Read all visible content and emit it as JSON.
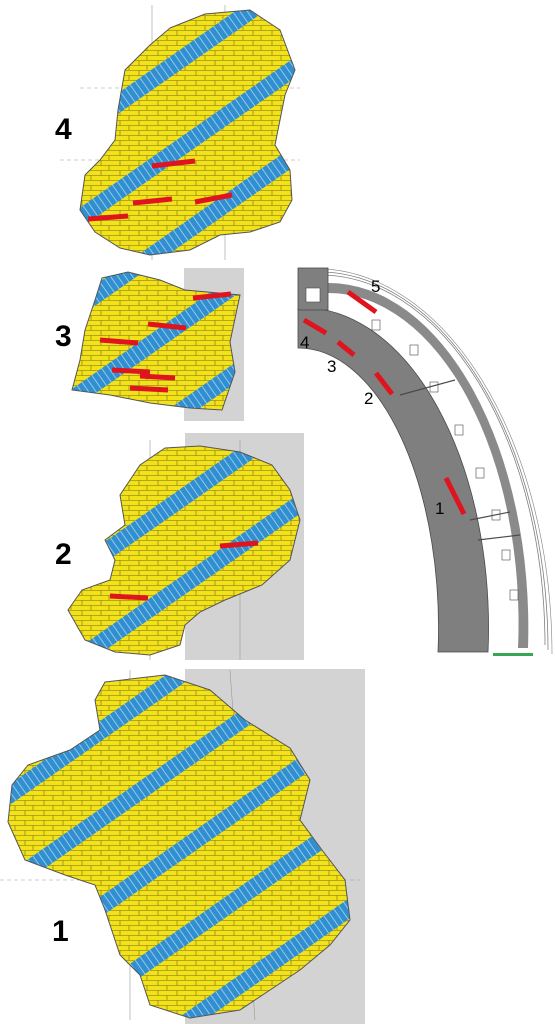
{
  "panels": [
    {
      "label": "4"
    },
    {
      "label": "3"
    },
    {
      "label": "2"
    },
    {
      "label": "1"
    }
  ],
  "section_markers": [
    "1",
    "2",
    "3",
    "4",
    "5"
  ],
  "colors": {
    "mortar": "#f2e21a",
    "brick_band": "#2f8fd0",
    "marker": "#e0141e",
    "shade": "#d3d3d3",
    "wall": "#7f7f7f",
    "outline": "#555555"
  },
  "icons": [
    "irregular-fragment-shape",
    "arc-section-drawing"
  ]
}
